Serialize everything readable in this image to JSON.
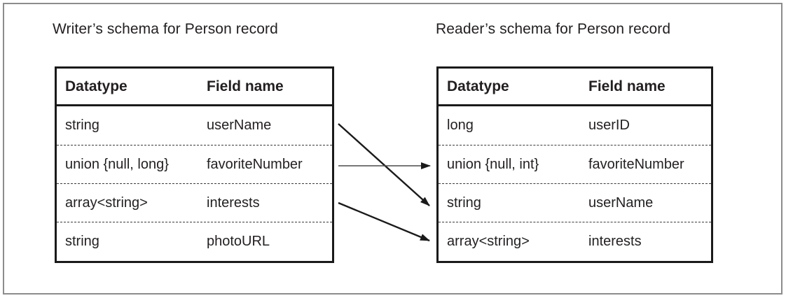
{
  "diagram": {
    "writer": {
      "title": "Writer’s schema for Person record",
      "headers": {
        "datatype": "Datatype",
        "field_name": "Field name"
      },
      "rows": [
        {
          "datatype": "string",
          "field": "userName"
        },
        {
          "datatype": "union {null, long}",
          "field": "favoriteNumber"
        },
        {
          "datatype": "array<string>",
          "field": "interests"
        },
        {
          "datatype": "string",
          "field": "photoURL"
        }
      ]
    },
    "reader": {
      "title": "Reader’s schema for Person record",
      "headers": {
        "datatype": "Datatype",
        "field_name": "Field name"
      },
      "rows": [
        {
          "datatype": "long",
          "field": "userID"
        },
        {
          "datatype": "union {null, int}",
          "field": "favoriteNumber"
        },
        {
          "datatype": "string",
          "field": "userName"
        },
        {
          "datatype": "array<string>",
          "field": "interests"
        }
      ]
    },
    "mappings": [
      {
        "from": "userName",
        "to": "userName"
      },
      {
        "from": "favoriteNumber",
        "to": "favoriteNumber"
      },
      {
        "from": "interests",
        "to": "interests"
      }
    ],
    "colors": {
      "table_border": "#1a1a1a",
      "text": "#231f20",
      "outer_frame": "#8c8c8c",
      "arrow_diagonal": "#1a1a1a",
      "arrow_horizontal_line": "#4a4a4a"
    }
  }
}
